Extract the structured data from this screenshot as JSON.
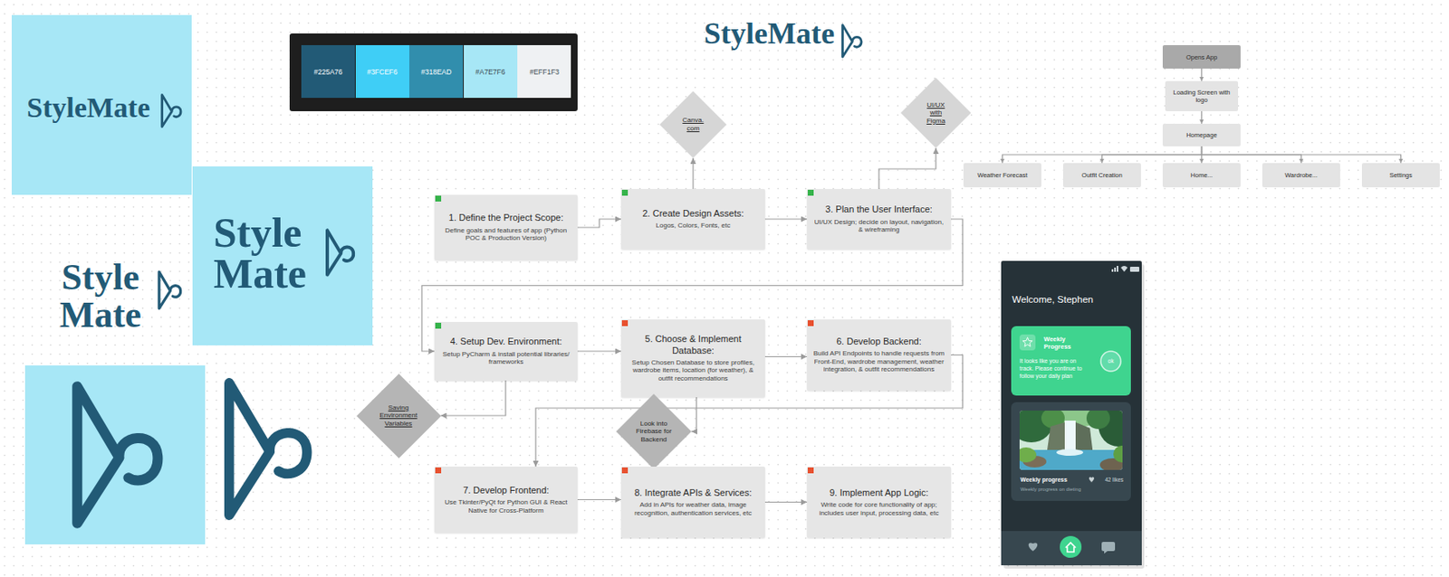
{
  "diagram": {
    "nodes": [
      {
        "text": [
          "StyleMate"
        ]
      },
      {
        "text": [
          "Style Mate"
        ]
      },
      {
        "text": [
          "Canva. com"
        ]
      },
      {
        "text": [
          "UI/UX with Figma"
        ]
      },
      {
        "text": [
          "Opens App"
        ]
      },
      {
        "text": [
          "Loading Screen with logo"
        ]
      },
      {
        "text": [
          "Homepage"
        ]
      },
      {
        "text": [
          "Weather Forecast"
        ]
      },
      {
        "text": [
          "Outfit Creation"
        ]
      },
      {
        "text": [
          "Home..."
        ]
      },
      {
        "text": [
          "Wardrobe..."
        ]
      },
      {
        "text": [
          "Settings"
        ]
      },
      {
        "text": [
          "1. Define the Project Scope:",
          "Define goals and features of app (Python POC & Production Version)"
        ]
      },
      {
        "text": [
          "2. Create Design Assets:",
          "Logos, Colors, Fonts, etc"
        ]
      },
      {
        "text": [
          "3. Plan the User Interface:",
          "UI/UX Design; decide on layout, navigation, & wireframing"
        ]
      },
      {
        "text": [
          "Welcome, Stephen"
        ]
      },
      {
        "text": [
          "Weekly Progress",
          "It looks like you are on track. Please continue to follow your daily plan"
        ],
        "in": 15
      },
      {
        "text": [
          "ok"
        ],
        "in": 16
      },
      {
        "text": [
          "Weekly progress",
          "42 likes",
          "Weekly progress on dieting"
        ],
        "in": 15
      },
      {
        "text": [
          "4. Setup Dev. Environment:",
          "Setup PyCharm & install potential libraries/ frameworks"
        ]
      },
      {
        "text": [
          "5. Choose & Implement Database:",
          "Setup Chosen Database to store profiles, wardrobe items, location (for weather), & outfit recommendations"
        ]
      },
      {
        "text": [
          "6. Develop Backend:",
          "Build API Endpoints to handle requests from Front-End, wardrobe management, weather integration, & outfit recommendations"
        ]
      },
      {
        "text": [
          "Saving Environment Variables"
        ]
      },
      {
        "text": [
          "Look into Firebase for Backend"
        ]
      },
      {
        "text": [
          "7. Develop Frontend:",
          "Use Tkinter/PyQt for Python GUI & React Native for Cross-Platform"
        ]
      },
      {
        "text": [
          "8. Integrate APIs & Services:",
          "Add in APIs for weather data, image recognition, authentication services, etc"
        ]
      },
      {
        "text": [
          "9. Implement App Logic:",
          "Write code for core functionality of app; includes user input, processing data, etc"
        ]
      }
    ],
    "edges": [
      {
        "from": 12,
        "to": 13,
        "arrow": "to"
      },
      {
        "from": 13,
        "to": 14,
        "arrow": "to"
      },
      {
        "from": 13,
        "to": 2,
        "arrow": "to"
      },
      {
        "from": 14,
        "to": 3,
        "arrow": "to"
      },
      {
        "from": 14,
        "to": 19,
        "arrow": "to"
      },
      {
        "from": 19,
        "to": 20,
        "arrow": "to"
      },
      {
        "from": 20,
        "to": 21,
        "arrow": "to"
      },
      {
        "from": 19,
        "to": 22,
        "arrow": "to"
      },
      {
        "from": 20,
        "to": 23,
        "arrow": "to"
      },
      {
        "from": 21,
        "to": 24,
        "arrow": "to"
      },
      {
        "from": 24,
        "to": 25,
        "arrow": "to"
      },
      {
        "from": 25,
        "to": 26,
        "arrow": "to"
      },
      {
        "from": 4,
        "to": 5,
        "arrow": "to"
      },
      {
        "from": 5,
        "to": 6,
        "arrow": "to"
      },
      {
        "from": 6,
        "to": 7,
        "arrow": "to"
      },
      {
        "from": 6,
        "to": 8,
        "arrow": "to"
      },
      {
        "from": 6,
        "to": 9,
        "arrow": "to"
      },
      {
        "from": 6,
        "to": 10,
        "arrow": "to"
      },
      {
        "from": 6,
        "to": 11,
        "arrow": "to"
      }
    ],
    "labels": [
      "StyleMate",
      "Style Mate"
    ],
    "legend": [
      {
        "text": "#225A76",
        "color": "#225A76"
      },
      {
        "text": "#3FCEF6",
        "color": "#3FCEF6"
      },
      {
        "text": "#318EAD",
        "color": "#318EAD"
      },
      {
        "text": "#A7E7F6",
        "color": "#A7E7F6"
      },
      {
        "text": "#EFF1F3",
        "color": "#EFF1F3"
      }
    ]
  }
}
